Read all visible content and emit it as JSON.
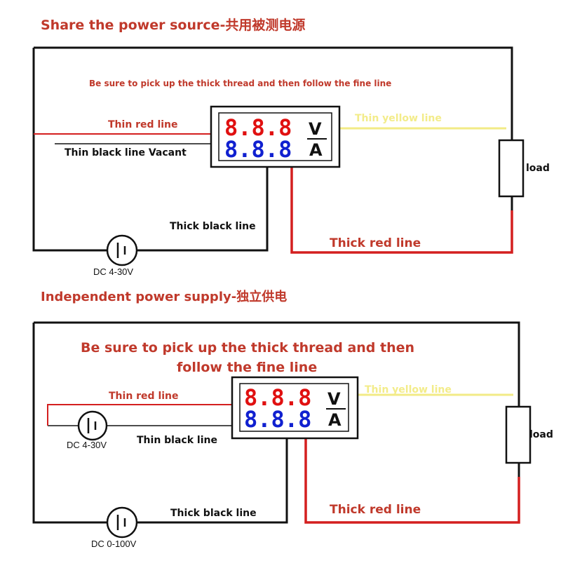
{
  "colors": {
    "red_wire": "#d41f1f",
    "black_wire": "#111111",
    "yellow_wire": "#f2eb86",
    "label_red": "#c0392b",
    "digit_red": "#e01010",
    "digit_blue": "#1020d0"
  },
  "top": {
    "title": "Share the power source-共用被测电源",
    "instruction": "Be sure to pick up the thick thread and then follow the fine line",
    "thin_red_label": "Thin red line",
    "thin_black_label": "Thin black line Vacant",
    "thin_yellow_label": "Thin yellow line",
    "thick_black_label": "Thick black line",
    "thick_red_label": "Thick red line",
    "load_label": "load",
    "source_label": "DC 4-30V",
    "meter": {
      "volts_digits": "8.8.8",
      "amps_digits": "8.8.8",
      "volts_unit": "V",
      "amps_unit": "A"
    }
  },
  "bottom": {
    "title": "Independent power supply-独立供电",
    "instruction_line1": "Be sure to pick up the thick thread and then",
    "instruction_line2": "follow the fine line",
    "thin_red_label": "Thin red line",
    "thin_black_label": "Thin black line",
    "thin_yellow_label": "Thin yellow line",
    "thick_black_label": "Thick black line",
    "thick_red_label": "Thick red line",
    "load_label": "load",
    "aux_source_label": "DC 4-30V",
    "main_source_label": "DC 0-100V",
    "meter": {
      "volts_digits": "8.8.8",
      "amps_digits": "8.8.8",
      "volts_unit": "V",
      "amps_unit": "A"
    }
  }
}
